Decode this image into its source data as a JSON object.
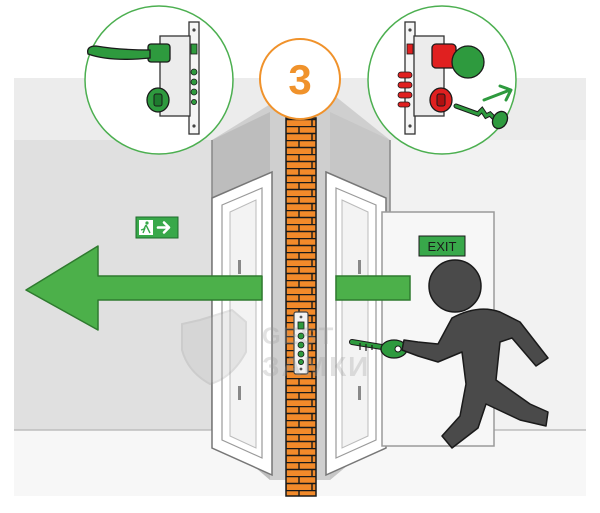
{
  "step_number": "3",
  "exit_sign_text": "EXIT",
  "watermark": {
    "line1": "GEST",
    "line2": "ЗАМКИ"
  },
  "colors": {
    "accent_orange": "#f0922b",
    "arrow_green": "#4cb04a",
    "lock_green": "#2e9a3e",
    "lock_red": "#e02020",
    "figure_dark": "#4a4a4a",
    "brick": "#f28a2a",
    "wall_grey": "#dcdcdc",
    "panel_green_sign": "#38a84a"
  },
  "icons": [
    "exit-running-man-icon",
    "arrow-right-icon",
    "door-handle-icon",
    "mortise-lock-icon",
    "key-icon",
    "unlock-arrow-icon",
    "running-person-icon"
  ]
}
